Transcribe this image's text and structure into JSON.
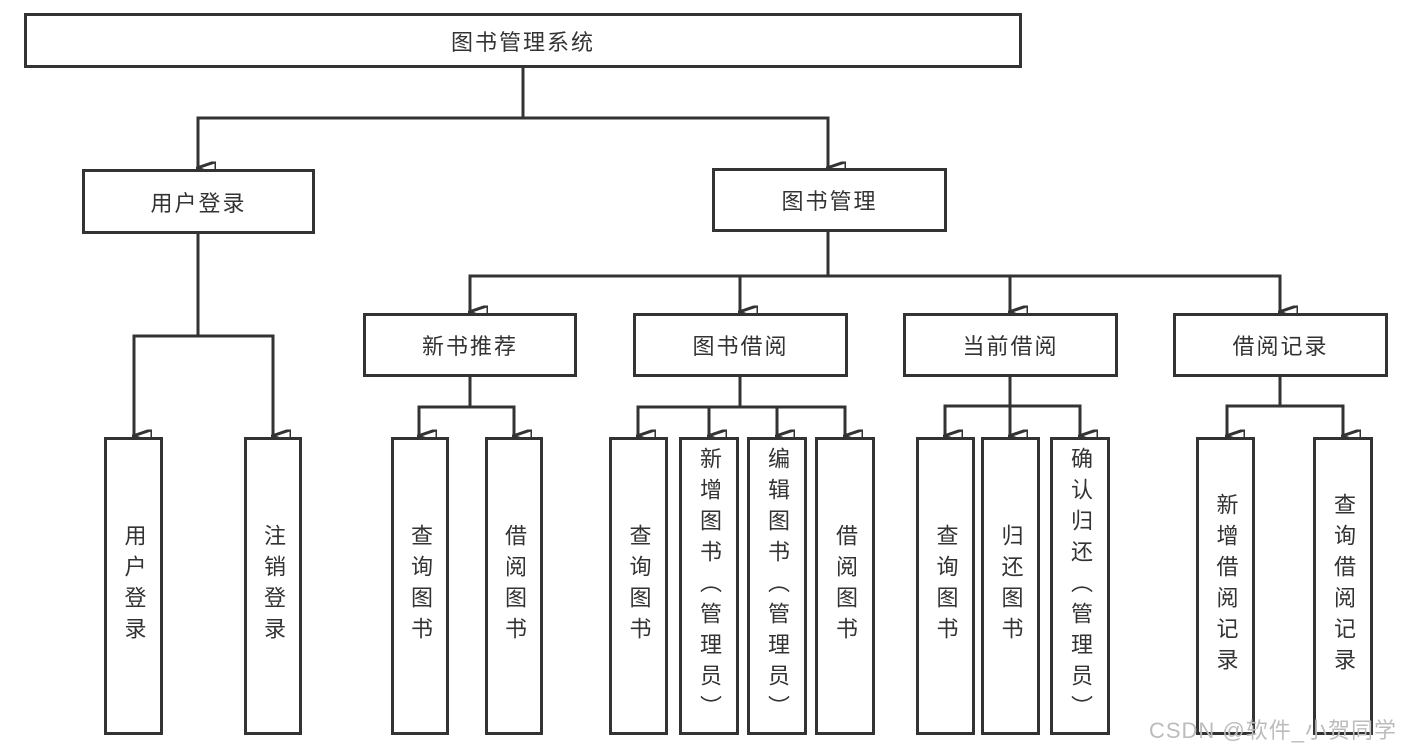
{
  "diagram_title": "图书管理系统",
  "nodes": {
    "root": "图书管理系统",
    "user_login": "用户登录",
    "book_management": "图书管理",
    "new_book_recommend": "新书推荐",
    "book_borrowing": "图书借阅",
    "current_borrowing": "当前借阅",
    "borrowing_records": "借阅记录",
    "user_login_leaf": "用户登录",
    "logout_leaf": "注销登录",
    "recommend_query_books": "查询图书",
    "recommend_borrow_books": "借阅图书",
    "borrowing_query_books": "查询图书",
    "borrowing_add_books": "新增图书（管理员）",
    "borrowing_edit_books": "编辑图书（管理员）",
    "borrowing_borrow_books": "借阅图书",
    "current_query_books": "查询图书",
    "current_return_books": "归还图书",
    "current_confirm_return": "确认归还（管理员）",
    "records_add_record": "新增借阅记录",
    "records_query_record": "查询借阅记录"
  },
  "edges": [
    [
      "图书管理系统",
      "用户登录"
    ],
    [
      "图书管理系统",
      "图书管理"
    ],
    [
      "用户登录",
      "用户登录"
    ],
    [
      "用户登录",
      "注销登录"
    ],
    [
      "图书管理",
      "新书推荐"
    ],
    [
      "图书管理",
      "图书借阅"
    ],
    [
      "图书管理",
      "当前借阅"
    ],
    [
      "图书管理",
      "借阅记录"
    ],
    [
      "新书推荐",
      "查询图书"
    ],
    [
      "新书推荐",
      "借阅图书"
    ],
    [
      "图书借阅",
      "查询图书"
    ],
    [
      "图书借阅",
      "新增图书（管理员）"
    ],
    [
      "图书借阅",
      "编辑图书（管理员）"
    ],
    [
      "图书借阅",
      "借阅图书"
    ],
    [
      "当前借阅",
      "查询图书"
    ],
    [
      "当前借阅",
      "归还图书"
    ],
    [
      "当前借阅",
      "确认归还（管理员）"
    ],
    [
      "借阅记录",
      "新增借阅记录"
    ],
    [
      "借阅记录",
      "查询借阅记录"
    ]
  ],
  "watermark": {
    "text": "CSDN @软件_小贺同学"
  },
  "colors": {
    "line": "#333333",
    "text": "#333333",
    "background": "#ffffff",
    "watermark": "#bcbcbc"
  }
}
